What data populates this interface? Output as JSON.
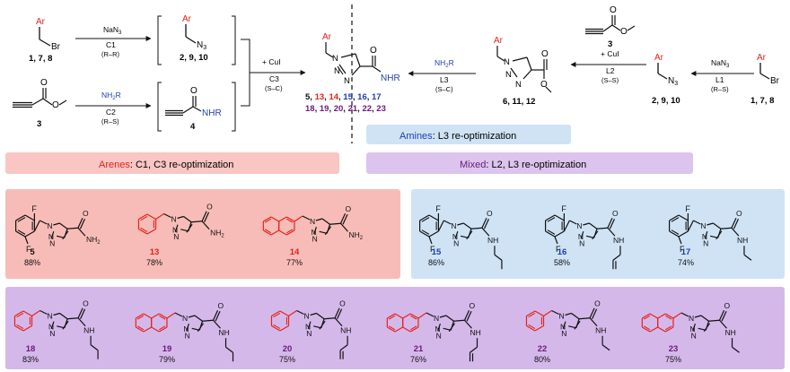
{
  "colors": {
    "red": "#e2231a",
    "blue": "#1f3fa8",
    "purple": "#6a1b7a",
    "black": "#111111",
    "panel_red": "#f8bcb8",
    "panel_blue": "#cfe3f5",
    "panel_purple": "#d5b8ea",
    "pill_red": "#f9c6c3",
    "pill_blue": "#cfe3f5",
    "pill_purple": "#dcc4ef"
  },
  "scheme": {
    "left": {
      "sm1": {
        "ar": "Ar",
        "x": "Br",
        "ids": "1, 7, 8"
      },
      "r1": {
        "reagent": "NaN",
        "reagent_sub": "3",
        "code": "C1",
        "config": "(R–R)"
      },
      "p1": {
        "ar": "Ar",
        "x": "N",
        "x_sub": "3",
        "ids": "2, 9, 10"
      },
      "sm2": {
        "ester": "O",
        "id": "3"
      },
      "r2": {
        "reagent": "NH",
        "reagent_sub": "2",
        "reagent_r": "R",
        "code": "C2",
        "config": "(R–S)"
      },
      "p2": {
        "o": "O",
        "nhr": "NHR",
        "id": "4"
      },
      "r3": {
        "reagent": "+ CuI",
        "code": "C3",
        "config": "(S–C)"
      }
    },
    "center": {
      "ar": "Ar",
      "n1": "N",
      "n2": "N",
      "n3": "N",
      "o": "O",
      "nhr": "NHR",
      "ids_line1": [
        {
          "t": "5",
          "c": "black"
        },
        {
          "t": ", ",
          "c": "black"
        },
        {
          "t": "13",
          "c": "red"
        },
        {
          "t": ", ",
          "c": "black"
        },
        {
          "t": "14",
          "c": "red"
        },
        {
          "t": ", ",
          "c": "black"
        },
        {
          "t": "15",
          "c": "blue"
        },
        {
          "t": ", ",
          "c": "black"
        },
        {
          "t": "16",
          "c": "blue"
        },
        {
          "t": ", ",
          "c": "black"
        },
        {
          "t": "17",
          "c": "blue"
        }
      ],
      "ids_line2": [
        {
          "t": "18",
          "c": "purple"
        },
        {
          "t": ", ",
          "c": "black"
        },
        {
          "t": "19",
          "c": "purple"
        },
        {
          "t": ", ",
          "c": "black"
        },
        {
          "t": "20",
          "c": "purple"
        },
        {
          "t": ", ",
          "c": "black"
        },
        {
          "t": "21",
          "c": "purple"
        },
        {
          "t": ", ",
          "c": "black"
        },
        {
          "t": "22",
          "c": "purple"
        },
        {
          "t": ", ",
          "c": "black"
        },
        {
          "t": "23",
          "c": "purple"
        }
      ]
    },
    "right": {
      "r4": {
        "reagent": "NH",
        "reagent_sub": "2",
        "reagent_r": "R",
        "code": "L3",
        "config": "(S–C)"
      },
      "ester": {
        "ar": "Ar",
        "n": "N",
        "o1": "O",
        "o2": "O",
        "ids": "6, 11, 12"
      },
      "alkyne": {
        "o": "O",
        "id": "3"
      },
      "r5": {
        "reagent": "+ CuI",
        "code": "L2",
        "config": "(S–S)"
      },
      "azide": {
        "ar": "Ar",
        "x": "N",
        "x_sub": "3",
        "ids": "2, 9, 10"
      },
      "r6": {
        "reagent": "NaN",
        "reagent_sub": "3",
        "code": "L1",
        "config": "(R–S)"
      },
      "sm": {
        "ar": "Ar",
        "x": "Br",
        "ids": "1, 7, 8"
      }
    }
  },
  "pills": {
    "amines": {
      "label_colored": "Amines",
      "label_rest": ": L3 re-optimization"
    },
    "arenes": {
      "label_colored": "Arenes",
      "label_rest": ": C1, C3 re-optimization"
    },
    "mixed": {
      "label_colored": "Mixed",
      "label_rest": ": L2, L3 re-optimization"
    }
  },
  "compounds": [
    {
      "id": "5",
      "yield": "88%",
      "aryl": "difluorophenyl",
      "amide": "NH2",
      "id_color": "black"
    },
    {
      "id": "13",
      "yield": "78%",
      "aryl": "phenyl",
      "amide": "NH2",
      "id_color": "red"
    },
    {
      "id": "14",
      "yield": "77%",
      "aryl": "naphthyl",
      "amide": "NH2",
      "id_color": "red"
    },
    {
      "id": "15",
      "yield": "86%",
      "aryl": "difluorophenyl",
      "amide": "propyl",
      "id_color": "blue"
    },
    {
      "id": "16",
      "yield": "58%",
      "aryl": "difluorophenyl",
      "amide": "allyl",
      "id_color": "blue"
    },
    {
      "id": "17",
      "yield": "74%",
      "aryl": "difluorophenyl",
      "amide": "ethyl",
      "id_color": "blue"
    },
    {
      "id": "18",
      "yield": "83%",
      "aryl": "phenyl",
      "amide": "propyl",
      "id_color": "purple"
    },
    {
      "id": "19",
      "yield": "79%",
      "aryl": "naphthyl",
      "amide": "propyl",
      "id_color": "purple"
    },
    {
      "id": "20",
      "yield": "75%",
      "aryl": "phenyl",
      "amide": "allyl",
      "id_color": "purple"
    },
    {
      "id": "21",
      "yield": "76%",
      "aryl": "naphthyl",
      "amide": "allyl",
      "id_color": "purple"
    },
    {
      "id": "22",
      "yield": "80%",
      "aryl": "phenyl",
      "amide": "ethyl",
      "id_color": "purple"
    },
    {
      "id": "23",
      "yield": "75%",
      "aryl": "naphthyl",
      "amide": "ethyl",
      "id_color": "purple"
    }
  ],
  "atoms": {
    "F": "F",
    "N": "N",
    "O": "O",
    "NH": "NH",
    "NH2_main": "NH",
    "NH2_sub": "2"
  }
}
